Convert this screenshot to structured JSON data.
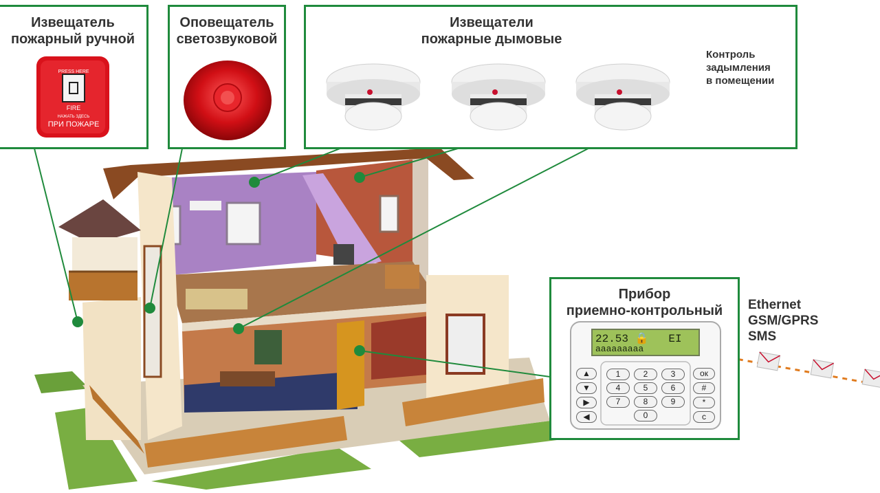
{
  "manual_call_point": {
    "title_line1": "Извещатель",
    "title_line2": "пожарный ручной",
    "device_label_top": "PRESS HERE",
    "device_label_fire": "FIRE",
    "device_label_hint": "НАЖАТЬ ЗДЕСЬ",
    "device_label_main": "ПРИ ПОЖАРЕ"
  },
  "sounder": {
    "title_line1": "Оповещатель",
    "title_line2": "светозвуковой"
  },
  "smoke_detectors": {
    "title_line1": "Извещатели",
    "title_line2": "пожарные дымовые",
    "note_line1": "Контроль",
    "note_line2": "задымления",
    "note_line3": "в помещении"
  },
  "control_panel": {
    "title_line1": "Прибор",
    "title_line2": "приемно-контрольный",
    "lcd_line1": "22.53 🔒   EI",
    "lcd_line2": "ааааааааа",
    "keys": [
      "▲",
      "1",
      "2",
      "3",
      "ок",
      "▼",
      "4",
      "5",
      "6",
      "#",
      "▶",
      "7",
      "8",
      "9",
      "*",
      "◀",
      "0",
      "c"
    ]
  },
  "communication": {
    "line1": "Ethernet",
    "line2": "GSM/GPRS",
    "line3": "SMS"
  },
  "colors": {
    "frame": "#1f8a3c",
    "title_text": "#333333",
    "signal_dashes": "#e07b1e"
  }
}
